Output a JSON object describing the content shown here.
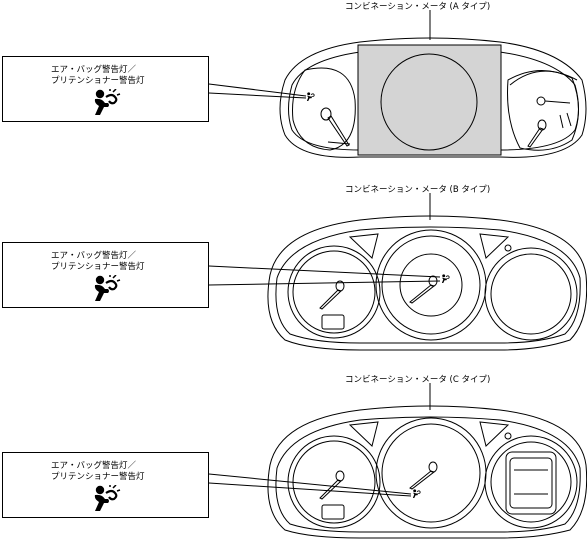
{
  "panels": [
    {
      "title": "コンビネーション・メータ (A タイプ)",
      "callout": {
        "line1": "エア・バッグ警告灯／",
        "line2": "プリテンショナー警告灯"
      }
    },
    {
      "title": "コンビネーション・メータ (B タイプ)",
      "callout": {
        "line1": "エア・バッグ警告灯／",
        "line2": "プリテンショナー警告灯"
      }
    },
    {
      "title": "コンビネーション・メータ (C タイプ)",
      "callout": {
        "line1": "エア・バッグ警告灯／",
        "line2": "プリテンショナー警告灯"
      }
    }
  ],
  "icons": {
    "warning_light": "airbag-seatbelt-warning-icon"
  },
  "colors": {
    "display_fill": "#d4d4d4",
    "stroke": "#000000"
  }
}
